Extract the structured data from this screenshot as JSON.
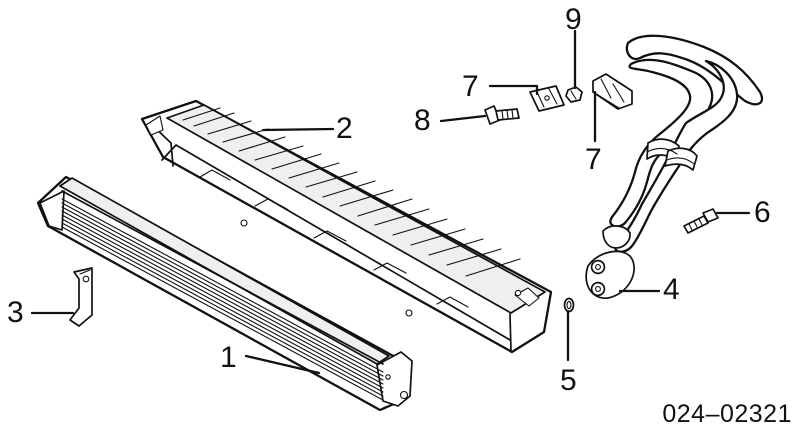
{
  "diagram": {
    "callouts": {
      "cooler": "1",
      "shroud": "2",
      "bracket": "3",
      "hose_connector": "4",
      "seal": "5",
      "screw_right": "6",
      "clip_left": "7",
      "screw_left": "8",
      "nut": "9",
      "clip_right": "7"
    },
    "reference_code": "024–02321"
  }
}
